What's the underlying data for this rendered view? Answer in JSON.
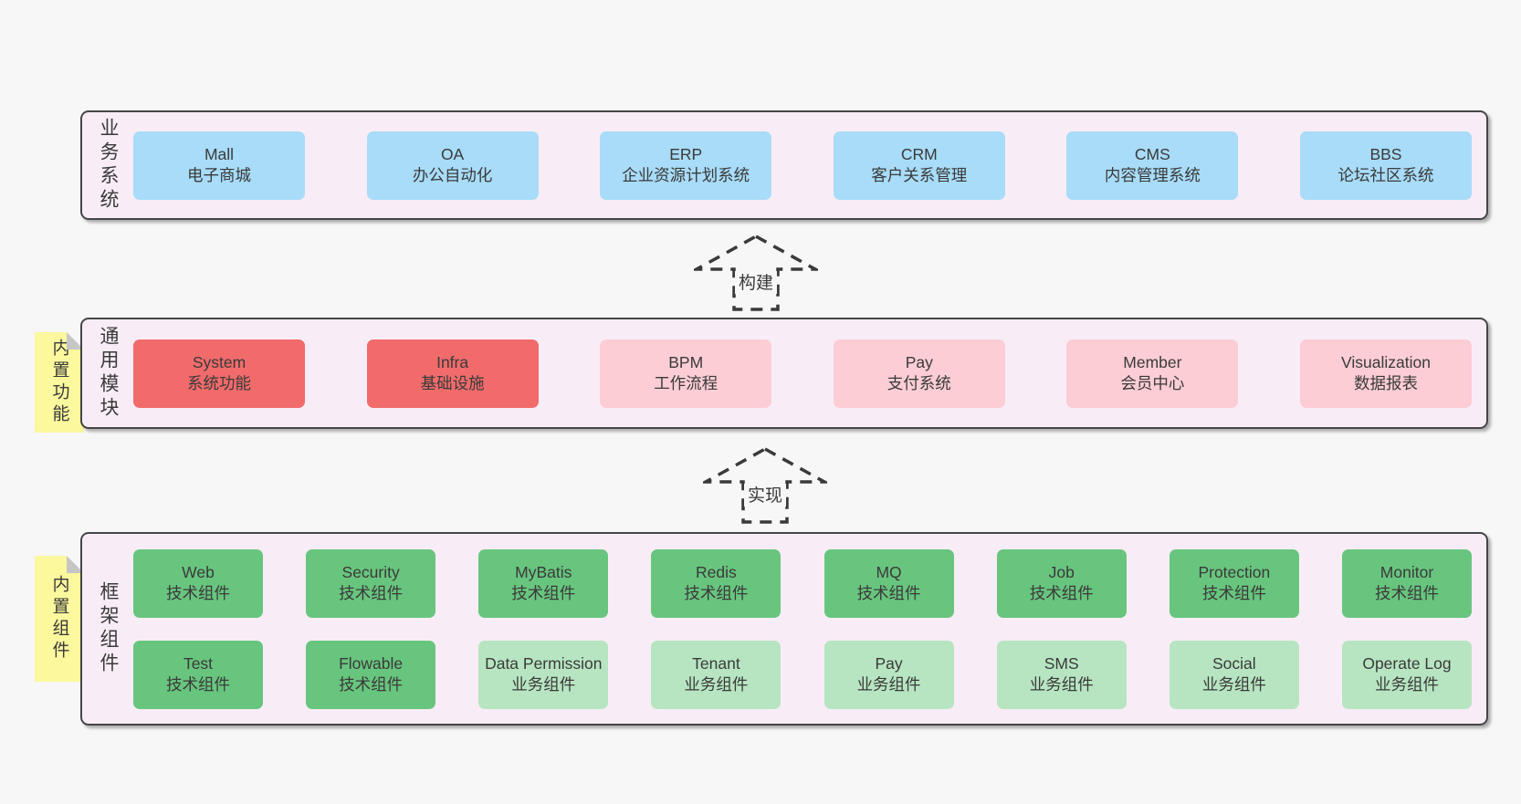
{
  "diagram_title": "",
  "colors": {
    "page_bg": "#f7f7f7",
    "band_bg": "#f8edf6",
    "band_border": "#464646",
    "blue": "#a8dcf8",
    "red": "#f16b6b",
    "pink": "#fccdd5",
    "green": "#68c57e",
    "lightgreen": "#b7e5c1",
    "sticky_yellow": "#fbf89d",
    "sticky_fold": "#c6c6c6",
    "text": "#3a3a3a",
    "arrow_dash": "#3a3a3a"
  },
  "arrows": [
    {
      "id": "build",
      "label": "构建"
    },
    {
      "id": "implement",
      "label": "实现"
    }
  ],
  "bands": [
    {
      "id": "business-systems",
      "label": "业务系统",
      "sticky": null,
      "rows": [
        [
          {
            "name": "Mall",
            "desc": "电子商城",
            "type": "blue"
          },
          {
            "name": "OA",
            "desc": "办公自动化",
            "type": "blue"
          },
          {
            "name": "ERP",
            "desc": "企业资源计划系统",
            "type": "blue"
          },
          {
            "name": "CRM",
            "desc": "客户关系管理",
            "type": "blue"
          },
          {
            "name": "CMS",
            "desc": "内容管理系统",
            "type": "blue"
          },
          {
            "name": "BBS",
            "desc": "论坛社区系统",
            "type": "blue"
          }
        ]
      ]
    },
    {
      "id": "common-modules",
      "label": "通用模块",
      "sticky": "内置功能",
      "rows": [
        [
          {
            "name": "System",
            "desc": "系统功能",
            "type": "red"
          },
          {
            "name": "Infra",
            "desc": "基础设施",
            "type": "red"
          },
          {
            "name": "BPM",
            "desc": "工作流程",
            "type": "pink"
          },
          {
            "name": "Pay",
            "desc": "支付系统",
            "type": "pink"
          },
          {
            "name": "Member",
            "desc": "会员中心",
            "type": "pink"
          },
          {
            "name": "Visualization",
            "desc": "数据报表",
            "type": "pink"
          }
        ]
      ]
    },
    {
      "id": "framework-components",
      "label": "框架组件",
      "sticky": "内置组件",
      "rows": [
        [
          {
            "name": "Web",
            "desc": "技术组件",
            "type": "green"
          },
          {
            "name": "Security",
            "desc": "技术组件",
            "type": "green"
          },
          {
            "name": "MyBatis",
            "desc": "技术组件",
            "type": "green"
          },
          {
            "name": "Redis",
            "desc": "技术组件",
            "type": "green"
          },
          {
            "name": "MQ",
            "desc": "技术组件",
            "type": "green"
          },
          {
            "name": "Job",
            "desc": "技术组件",
            "type": "green"
          },
          {
            "name": "Protection",
            "desc": "技术组件",
            "type": "green"
          },
          {
            "name": "Monitor",
            "desc": "技术组件",
            "type": "green"
          }
        ],
        [
          {
            "name": "Test",
            "desc": "技术组件",
            "type": "green"
          },
          {
            "name": "Flowable",
            "desc": "技术组件",
            "type": "green"
          },
          {
            "name": "Data Permission",
            "desc": "业务组件",
            "type": "lightgreen"
          },
          {
            "name": "Tenant",
            "desc": "业务组件",
            "type": "lightgreen"
          },
          {
            "name": "Pay",
            "desc": "业务组件",
            "type": "lightgreen"
          },
          {
            "name": "SMS",
            "desc": "业务组件",
            "type": "lightgreen"
          },
          {
            "name": "Social",
            "desc": "业务组件",
            "type": "lightgreen"
          },
          {
            "name": "Operate Log",
            "desc": "业务组件",
            "type": "lightgreen"
          }
        ]
      ]
    }
  ]
}
